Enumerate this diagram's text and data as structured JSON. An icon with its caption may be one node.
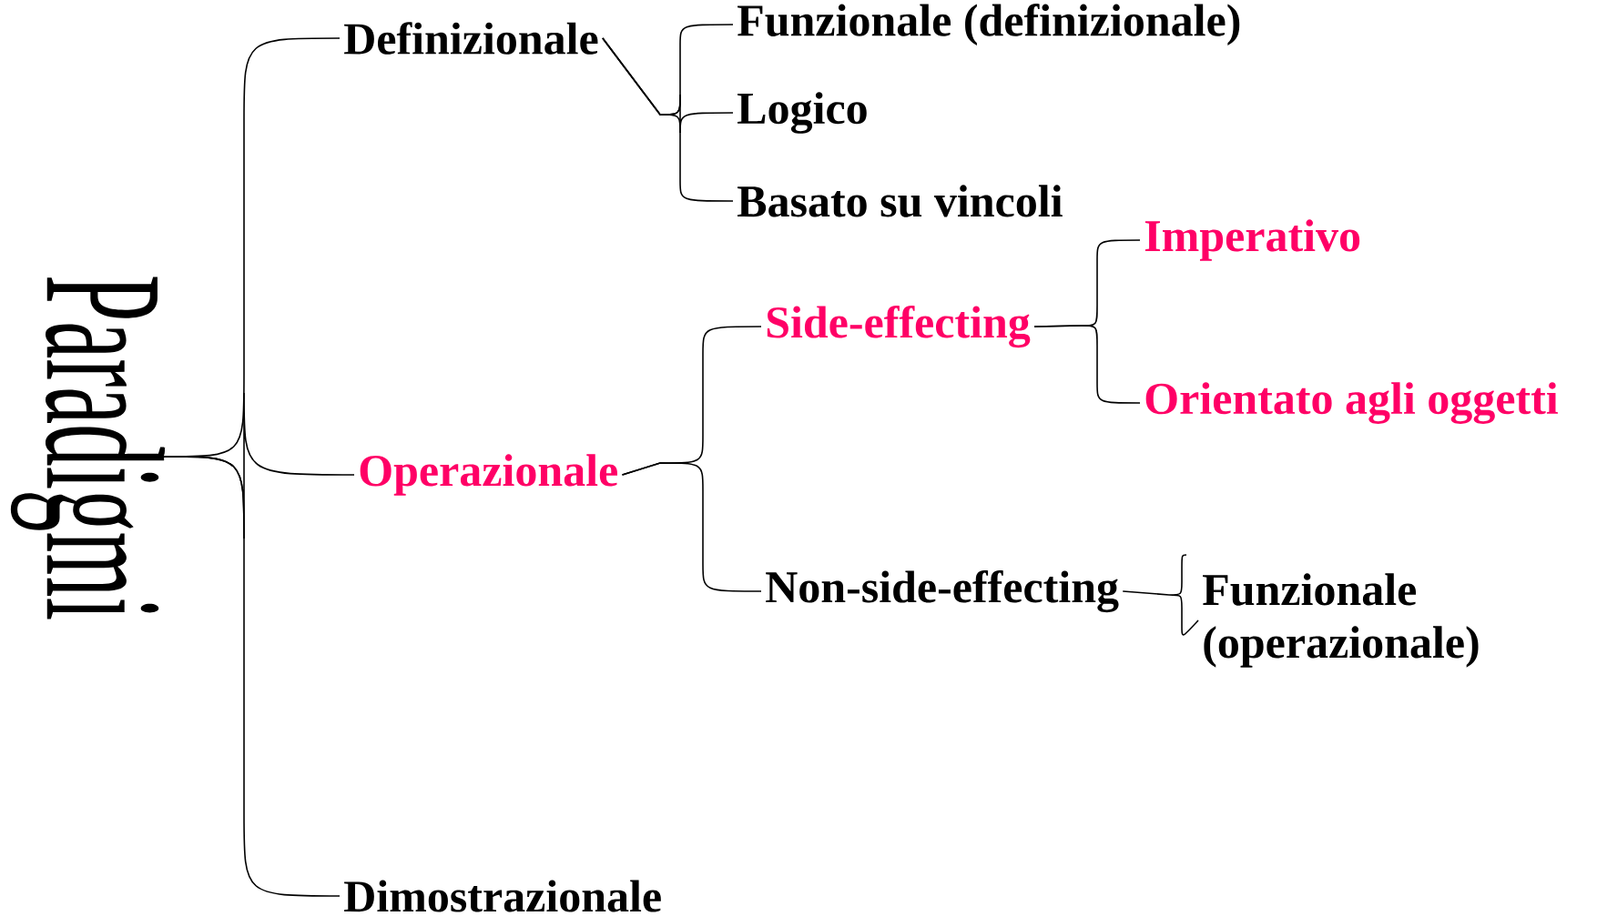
{
  "diagram": {
    "nodes": [
      {
        "text": [
          "Paradigmi"
        ]
      },
      {
        "text": [
          "Definizionale"
        ]
      },
      {
        "text": [
          "Funzionale (definizionale)"
        ]
      },
      {
        "text": [
          "Logico"
        ]
      },
      {
        "text": [
          "Basato su vincoli"
        ]
      },
      {
        "text": [
          "Operazionale"
        ]
      },
      {
        "text": [
          "Side-effecting"
        ]
      },
      {
        "text": [
          "Imperativo"
        ]
      },
      {
        "text": [
          "Orientato agli oggetti"
        ]
      },
      {
        "text": [
          "Non-side-effecting"
        ]
      },
      {
        "text": [
          "Funzionale (operazionale)"
        ]
      },
      {
        "text": [
          "Dimostrazionale"
        ]
      }
    ],
    "edges": [
      {
        "from": 0,
        "to": 1,
        "arrow": "none"
      },
      {
        "from": 0,
        "to": 5,
        "arrow": "none"
      },
      {
        "from": 0,
        "to": 11,
        "arrow": "none"
      },
      {
        "from": 1,
        "to": 2,
        "arrow": "none"
      },
      {
        "from": 1,
        "to": 3,
        "arrow": "none"
      },
      {
        "from": 1,
        "to": 4,
        "arrow": "none"
      },
      {
        "from": 5,
        "to": 6,
        "arrow": "none"
      },
      {
        "from": 5,
        "to": 9,
        "arrow": "none"
      },
      {
        "from": 6,
        "to": 7,
        "arrow": "none"
      },
      {
        "from": 6,
        "to": 8,
        "arrow": "none"
      },
      {
        "from": 9,
        "to": 10,
        "arrow": "none"
      }
    ]
  }
}
